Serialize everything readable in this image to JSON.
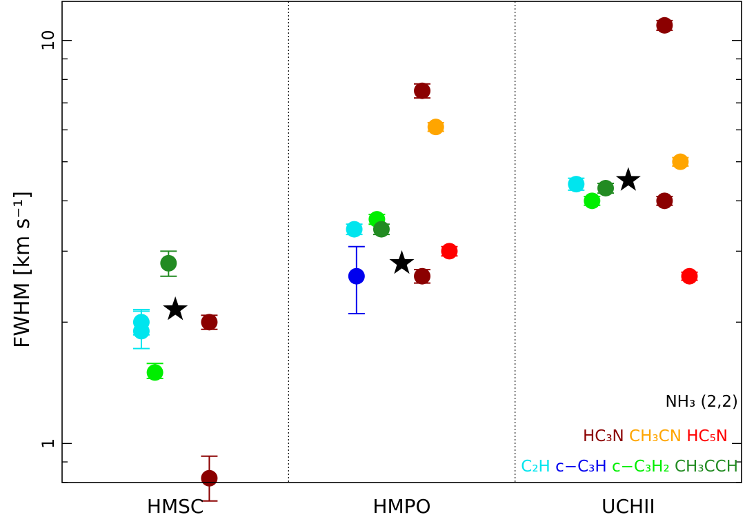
{
  "chart_data": {
    "type": "scatter",
    "ylabel": "FWHM [km s⁻¹]",
    "y_scale": "log",
    "ylim": [
      0.8,
      12.5
    ],
    "y_ticks": [
      {
        "value": 1,
        "label": "1"
      },
      {
        "value": 10,
        "label": "10"
      }
    ],
    "categories": [
      "HMSC",
      "HMPO",
      "UCHII"
    ],
    "grid": false,
    "legend": {
      "placement": "bottom-right",
      "rows": [
        [
          {
            "label": "NH₃ (2,2)",
            "color": "#000000"
          }
        ],
        [
          {
            "label": "HC₃N",
            "color": "#8b0000"
          },
          {
            "label": "CH₃CN",
            "color": "#ffa500"
          },
          {
            "label": "HC₅N",
            "color": "#ff0000"
          }
        ],
        [
          {
            "label": "C₂H",
            "color": "#00e5ee"
          },
          {
            "label": "c−C₃H",
            "color": "#0000ee"
          },
          {
            "label": "c−C₃H₂",
            "color": "#00ee00"
          },
          {
            "label": "CH₃CCH",
            "color": "#228b22"
          }
        ]
      ]
    },
    "series": [
      {
        "name": "C₂H",
        "color": "#00e5ee",
        "marker": "circle",
        "points": [
          {
            "category": "HMSC",
            "offset": -0.15,
            "y": 2.0,
            "err_low": 1.86,
            "err_high": 2.13
          },
          {
            "category": "HMSC",
            "offset": -0.15,
            "y": 1.9,
            "err_low": 1.72,
            "err_high": 2.15
          },
          {
            "category": "HMPO",
            "offset": -0.21,
            "y": 3.4,
            "err_low": 3.3,
            "err_high": 3.5
          },
          {
            "category": "UCHII",
            "offset": -0.23,
            "y": 4.4,
            "err_low": 4.25,
            "err_high": 4.55
          }
        ]
      },
      {
        "name": "c−C₃H",
        "color": "#0000ee",
        "marker": "circle",
        "points": [
          {
            "category": "HMPO",
            "offset": -0.2,
            "y": 2.6,
            "err_low": 2.1,
            "err_high": 3.08
          }
        ]
      },
      {
        "name": "c−C₃H₂",
        "color": "#00ee00",
        "marker": "circle",
        "points": [
          {
            "category": "HMSC",
            "offset": -0.09,
            "y": 1.5,
            "err_low": 1.45,
            "err_high": 1.58
          },
          {
            "category": "HMPO",
            "offset": -0.11,
            "y": 3.6,
            "err_low": 3.5,
            "err_high": 3.7
          },
          {
            "category": "UCHII",
            "offset": -0.16,
            "y": 4.0,
            "err_low": 3.9,
            "err_high": 4.1
          }
        ]
      },
      {
        "name": "CH₃CCH",
        "color": "#228b22",
        "marker": "circle",
        "points": [
          {
            "category": "HMSC",
            "offset": -0.03,
            "y": 2.8,
            "err_low": 2.6,
            "err_high": 3.0
          },
          {
            "category": "HMPO",
            "offset": -0.09,
            "y": 3.4,
            "err_low": 3.3,
            "err_high": 3.5
          },
          {
            "category": "UCHII",
            "offset": -0.1,
            "y": 4.3,
            "err_low": 4.18,
            "err_high": 4.42
          }
        ]
      },
      {
        "name": "NH₃ (2,2)",
        "color": "#000000",
        "marker": "star",
        "points": [
          {
            "category": "HMSC",
            "offset": 0.0,
            "y": 2.15
          },
          {
            "category": "HMPO",
            "offset": 0.0,
            "y": 2.8
          },
          {
            "category": "UCHII",
            "offset": 0.0,
            "y": 4.5
          }
        ]
      },
      {
        "name": "HC₃N",
        "color": "#8b0000",
        "marker": "circle",
        "points": [
          {
            "category": "HMSC",
            "offset": 0.15,
            "y": 2.0,
            "err_low": 1.92,
            "err_high": 2.08
          },
          {
            "category": "HMSC",
            "offset": 0.15,
            "y": 0.82,
            "err_low": 0.72,
            "err_high": 0.93
          },
          {
            "category": "HMPO",
            "offset": 0.09,
            "y": 7.5,
            "err_low": 7.2,
            "err_high": 7.8
          },
          {
            "category": "HMPO",
            "offset": 0.09,
            "y": 2.6,
            "err_low": 2.5,
            "err_high": 2.7
          },
          {
            "category": "UCHII",
            "offset": 0.16,
            "y": 10.9,
            "err_low": 10.6,
            "err_high": 11.2
          },
          {
            "category": "UCHII",
            "offset": 0.16,
            "y": 4.0,
            "err_low": 3.9,
            "err_high": 4.1
          }
        ]
      },
      {
        "name": "CH₃CN",
        "color": "#ffa500",
        "marker": "circle",
        "points": [
          {
            "category": "HMPO",
            "offset": 0.15,
            "y": 6.1,
            "err_low": 5.95,
            "err_high": 6.25
          },
          {
            "category": "UCHII",
            "offset": 0.23,
            "y": 5.0,
            "err_low": 4.88,
            "err_high": 5.12
          }
        ]
      },
      {
        "name": "HC₅N",
        "color": "#ff0000",
        "marker": "circle",
        "points": [
          {
            "category": "HMPO",
            "offset": 0.21,
            "y": 3.0,
            "err_low": 2.92,
            "err_high": 3.08
          },
          {
            "category": "UCHII",
            "offset": 0.27,
            "y": 2.6,
            "err_low": 2.54,
            "err_high": 2.66
          }
        ]
      }
    ]
  }
}
